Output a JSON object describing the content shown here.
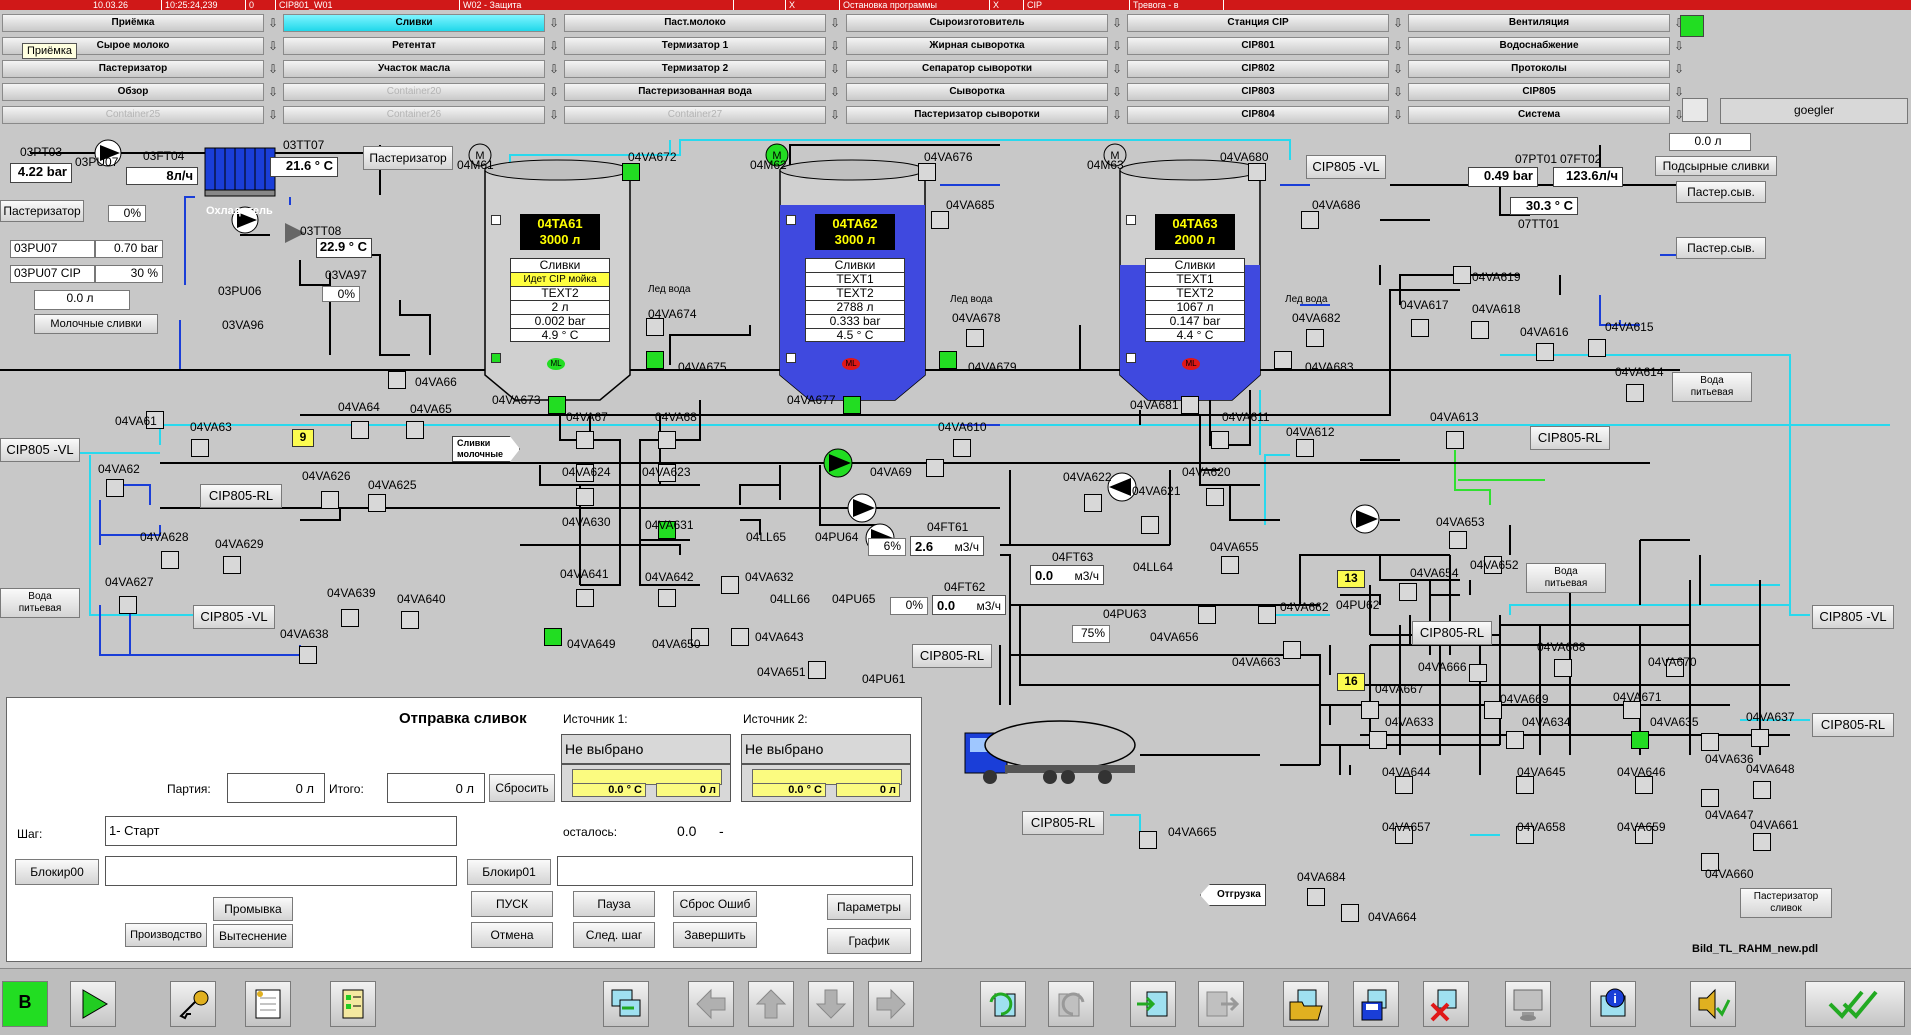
{
  "alarm_bar": {
    "cells": [
      "10.03.26",
      "10:25:24,239",
      "0",
      "CIP801_W01",
      "W02 - Защита",
      "",
      "X",
      "Остановка программы",
      "X",
      "CIP",
      "Тревога - в"
    ]
  },
  "nav": {
    "row1": [
      "Приёмка",
      "Сливки",
      "Паст.молоко",
      "Сыроизготовитель",
      "Станция CIP",
      "Вентиляция"
    ],
    "row2": [
      "Сырое молоко",
      "Ретентат",
      "Термизатор 1",
      "Жирная сыворотка",
      "CIP801",
      "Водоснабжение"
    ],
    "row3": [
      "Пастеризатор",
      "Участок масла",
      "Термизатор 2",
      "Сепаратор сыворотки",
      "CIP802",
      "Протоколы"
    ],
    "row4": [
      "Обзор",
      "Container20",
      "Пастеризованная вода",
      "Сыворотка",
      "CIP803",
      "CIP805"
    ],
    "row5": [
      "Container25",
      "Container26",
      "Container27",
      "Пастеризатор сыворотки",
      "CIP804",
      "Система"
    ],
    "tooltip": "Приёмка",
    "user": "goegler"
  },
  "left": {
    "pt03_label": "03PT03",
    "pt03_value": "4.22 bar",
    "pu07_label": "03PU07",
    "ft04_label": "03FT04",
    "ft04_value": "8л/ч",
    "tt07_label": "03TT07",
    "tt07_value": "21.6 ° C",
    "tt08_label": "03TT08",
    "tt08_value": "22.9 ° C",
    "cooler_label": "Охладитель",
    "pasteur_btn_top": "Пастеризатор",
    "pasteur_btn_left": "Пастеризатор",
    "pct1": "0%",
    "pu07_bar_label": "03PU07",
    "pu07_bar_value": "0.70 bar",
    "pu07cip_label": "03PU07 CIP",
    "pu07cip_value": "30  %",
    "liters_value": "0.0   л",
    "cream_btn": "Молочные сливки",
    "pu06_label": "03PU06",
    "va97_label": "03VA97",
    "va97_pct": "0%",
    "va96_label": "03VA96"
  },
  "tanks": [
    {
      "motor": "04M61",
      "name": "04TA61",
      "capacity": "3000 л",
      "product": "Сливки",
      "cip": "Идет CIP мойка",
      "text2": "TEXT2",
      "line3": "2  л",
      "line4": "0.002  bar",
      "line5": "4.9  ° C",
      "ice": "Лед вода",
      "ml": "ML",
      "level": 0.0
    },
    {
      "motor": "04M62",
      "name": "04TA62",
      "capacity": "3000 л",
      "product": "Сливки",
      "cip": "TEXT1",
      "text2": "TEXT2",
      "line3": "2788  л",
      "line4": "0.333  bar",
      "line5": "4.5  ° C",
      "ice": "Лед вода",
      "ml": "ML",
      "level": 0.85
    },
    {
      "motor": "04M63",
      "name": "04TA63",
      "capacity": "2000 л",
      "product": "Сливки",
      "cip": "TEXT1",
      "text2": "TEXT2",
      "line3": "1067  л",
      "line4": "0.147  bar",
      "line5": "4.4  ° C",
      "ice": "Лед вода",
      "ml": "ML",
      "level": 0.55
    }
  ],
  "valves": [
    "04VA672",
    "04VA676",
    "04VA685",
    "04VA680",
    "04VA686",
    "04VA674",
    "04VA675",
    "04VA678",
    "04VA679",
    "04VA682",
    "04VA683",
    "04VA673",
    "04VA677",
    "04VA681",
    "04VA67",
    "04VA68",
    "04VA610",
    "04VA611",
    "04VA612",
    "04VA613",
    "04VA61",
    "04VA62",
    "04VA63",
    "04VA64",
    "04VA65",
    "04VA66",
    "04VA624",
    "04VA623",
    "04VA622",
    "04VA621",
    "04VA620",
    "04VA626",
    "04VA625",
    "04VA630",
    "04VA631",
    "04VA628",
    "04VA627",
    "04VA629",
    "04VA641",
    "04VA642",
    "04VA632",
    "04VA643",
    "04VA639",
    "04VA640",
    "04VA638",
    "04VA649",
    "04VA650",
    "04VA651",
    "04VA69",
    "04VA655",
    "04VA656",
    "04VA662",
    "04VA663",
    "04VA653",
    "04VA654",
    "04VA652",
    "04VA666",
    "04VA667",
    "04VA668",
    "04VA669",
    "04VA670",
    "04VA671",
    "04VA633",
    "04VA634",
    "04VA635",
    "04VA636",
    "04VA637",
    "04VA644",
    "04VA645",
    "04VA646",
    "04VA647",
    "04VA648",
    "04VA657",
    "04VA658",
    "04VA659",
    "04VA660",
    "04VA661",
    "04VA665",
    "04VA684",
    "04VA664",
    "04VA617",
    "04VA618",
    "04VA619",
    "04VA616",
    "04VA615",
    "04VA614"
  ],
  "right": {
    "cip805_vl": "CIP805 -VL",
    "cip805_rl": "CIP805-RL",
    "pt01_label": "07PT01",
    "pt01_value": "0.49 bar",
    "ft02_label": "07FT02",
    "ft02_value": "123.6л/ч",
    "tt01_label": "07TT01",
    "tt01_value": "30.3 ° C",
    "top_value": "0.0   л",
    "cheese_cream": "Подсырные сливки",
    "past_cream1": "Пастер.сыв.",
    "past_cream2": "Пастер.сыв.",
    "water1": "Вода питьевая",
    "water2": "Вода питьевая",
    "water3": "Вода питьевая",
    "dairy_cream": "Сливки молочные",
    "tag9": "9",
    "tag13": "13",
    "tag16": "16",
    "pu64": "04PU64",
    "pu65": "04PU65",
    "pu61": "04PU61",
    "pu62": "04PU62",
    "pu63": "04PU63",
    "ll65": "04LL65",
    "ll66": "04LL66",
    "ll64": "04LL64",
    "ft61": "04FT61",
    "ft61_pct": "6%",
    "ft61_val": "2.6",
    "ft61_unit": "м3/ч",
    "ft62": "04FT62",
    "ft62_pct": "0%",
    "ft62_val": "0.0",
    "ft62_unit": "м3/ч",
    "ft63": "04FT63",
    "ft63_val": "0.0",
    "ft63_unit": "м3/ч",
    "pu63_pct": "75%",
    "shipping": "Отгрузка",
    "pasteur_cream": "Пастеризатор сливок",
    "file": "Bild_TL_RAHM_new.pdl"
  },
  "panel": {
    "title": "Отправка сливок",
    "src1": "Источник 1:",
    "src2": "Источник 2:",
    "src1_val": "Не выбрано",
    "src2_val": "Не выбрано",
    "src1_temp": "0.0  ° C",
    "src1_lit": "0 л",
    "src2_temp": "0.0  ° C",
    "src2_lit": "0 л",
    "party_label": "Партия:",
    "party_val": "0   л",
    "total_label": "Итого:",
    "total_val": "0   л",
    "reset": "Сбросить",
    "step_label": "Шаг:",
    "step_val": "1- Старт",
    "remain_label": "осталось:",
    "remain_val": "0.0",
    "remain_unit": "-",
    "block00": "Блокир00",
    "block01": "Блокир01",
    "rinse": "Промывка",
    "production": "Производство",
    "displacement": "Вытеснение",
    "start": "ПУСК",
    "cancel": "Отмена",
    "pause": "Пауза",
    "next": "След. шаг",
    "reset_err": "Сброс Ошиб",
    "finish": "Завершить",
    "params": "Параметры",
    "graph": "График"
  },
  "toolbar": {
    "b_label": "B"
  },
  "colors": {
    "pipe_cyan": "#29d9ee",
    "pipe_blue": "#1a3ed8",
    "pipe_green": "#30e030",
    "valve_green": "#22dd22",
    "alarm_red": "#d01818"
  }
}
